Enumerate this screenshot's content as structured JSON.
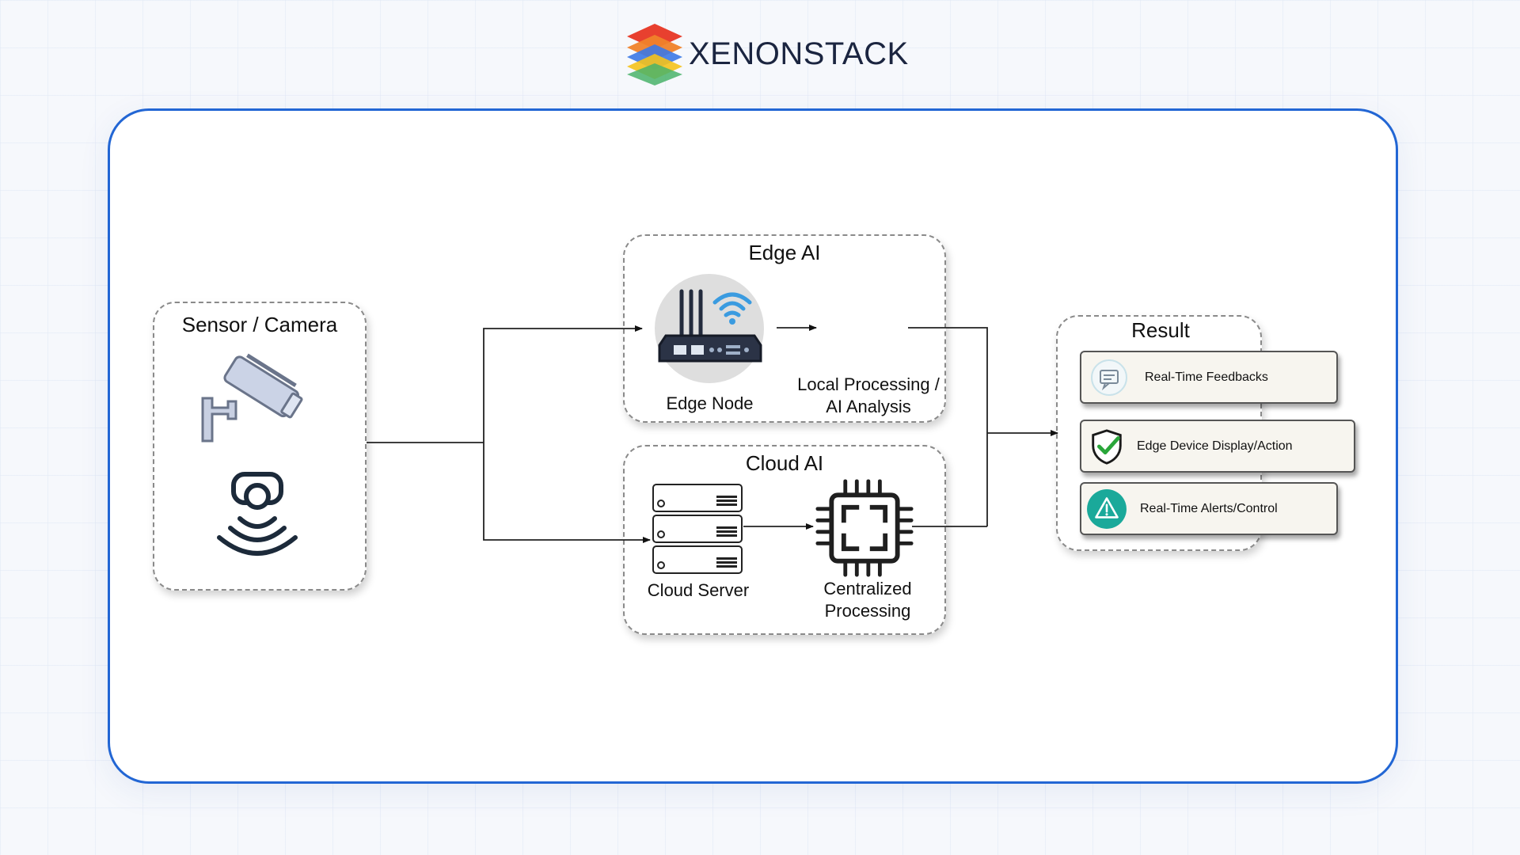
{
  "header": {
    "brand": "XENONSTACK"
  },
  "diagram": {
    "sensor_group": {
      "title": "Sensor / Camera"
    },
    "edge_group": {
      "title": "Edge AI",
      "edge_node_label": "Edge Node",
      "processing_label_line1": "Local Processing /",
      "processing_label_line2": "AI Analysis"
    },
    "cloud_group": {
      "title": "Cloud AI",
      "server_label": "Cloud Server",
      "processing_label_line1": "Centralized",
      "processing_label_line2": "Processing"
    },
    "result_group": {
      "title": "Result",
      "items": [
        {
          "label": "Real-Time Feedbacks",
          "icon": "feedback-icon"
        },
        {
          "label": "Edge Device Display/Action",
          "icon": "shield-check-icon"
        },
        {
          "label": "Real-Time Alerts/Control",
          "icon": "warning-icon"
        }
      ]
    }
  },
  "colors": {
    "card_border": "#2266d4",
    "edge_wifi": "#3a9be0",
    "alert_teal": "#1aa99a",
    "shield_green": "#2aa63a"
  }
}
